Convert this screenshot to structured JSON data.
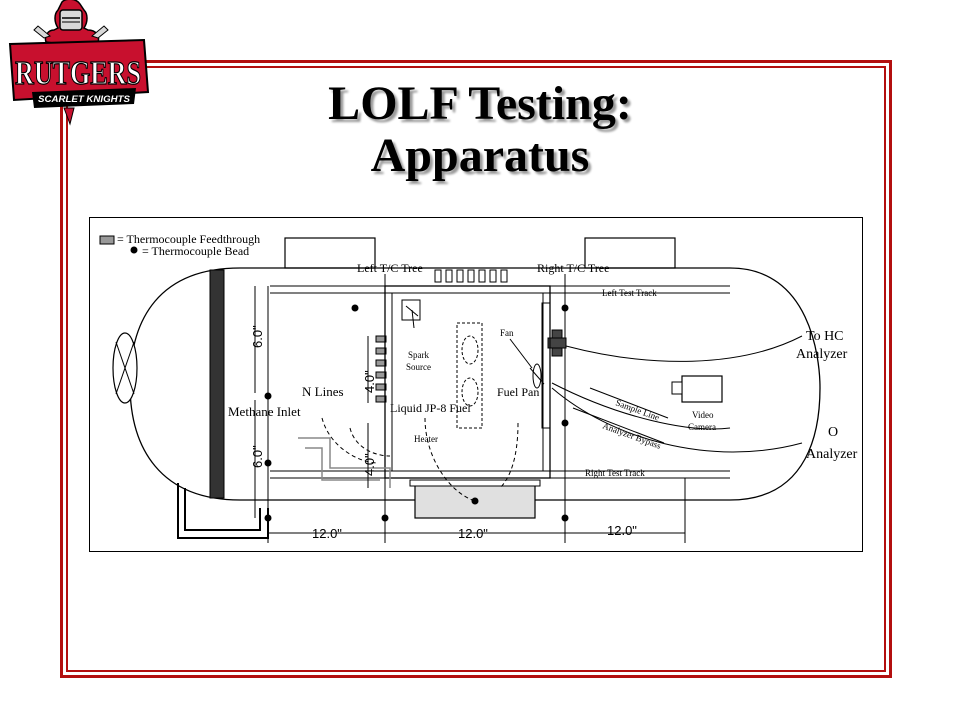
{
  "slide": {
    "title_line1": "LOLF Testing:",
    "title_line2": "Apparatus",
    "accent_color": "#b30f0f"
  },
  "logo": {
    "wordmark": "RUTGERS",
    "tagline": "SCARLET KNIGHTS",
    "icon": "knight-mascot-icon"
  },
  "diagram": {
    "legend": {
      "feedthrough": "= Thermocouple Feedthrough",
      "bead": "= Thermocouple Bead"
    },
    "labels": {
      "left_tc_tree": "Left T/C Tree",
      "right_tc_tree": "Right T/C Tree",
      "left_test_track": "Left Test Track",
      "right_test_track": "Right Test Track",
      "fan": "Fan",
      "spark_source_1": "Spark",
      "spark_source_2": "Source",
      "n2_lines": "N  Lines",
      "methane_inlet": "Methane Inlet",
      "liquid_jp8_fuel": "Liquid JP-8 Fuel",
      "fuel_pan": "Fuel Pan",
      "heater": "Heater",
      "sample_line": "Sample Line",
      "analyzer_bypass": "Analyzer Bypass",
      "video_camera_1": "Video",
      "video_camera_2": "Camera",
      "to_hc_analyzer_1": "To HC",
      "to_hc_analyzer_2": "Analyzer",
      "o2_analyzer_1": "O",
      "o2_analyzer_2": "Analyzer"
    },
    "dimensions": {
      "height_upper": "6.0\"",
      "height_lower": "6.0\"",
      "inner_upper": "4.0\"",
      "inner_lower": "4.0\"",
      "width_left": "12.0\"",
      "width_center": "12.0\"",
      "width_right": "12.0\""
    }
  }
}
